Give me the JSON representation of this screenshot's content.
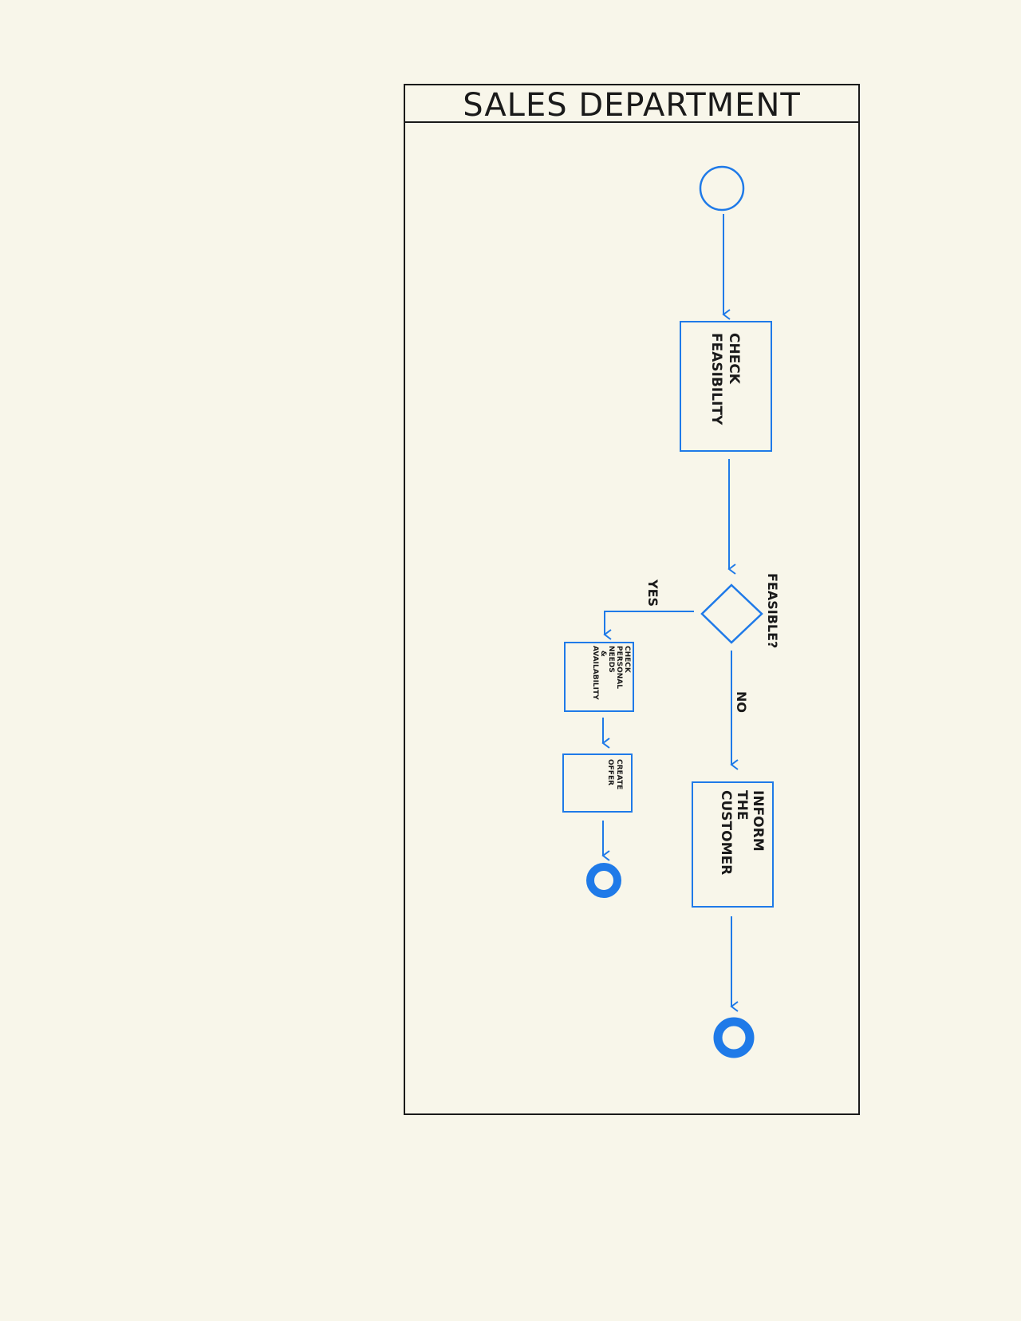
{
  "swimlane": {
    "title": "SALES DEPARTMENT"
  },
  "nodes": {
    "check_feasibility": [
      "CHECK",
      "FEASIBILITY"
    ],
    "decision": "FEASIBLE?",
    "check_personal": [
      "CHECK",
      "PERSONAL",
      "NEEDS",
      "&",
      "AVAILABILITY"
    ],
    "create_offer": [
      "CREATE",
      "OFFER"
    ],
    "inform_customer": [
      "INFORM",
      "THE",
      "CUSTOMER"
    ]
  },
  "edges": {
    "yes_label": "YES",
    "no_label": "NO"
  },
  "colors": {
    "stroke": "#1f7ae8",
    "ink": "#1a1a1a",
    "background": "#f8f6ea"
  }
}
